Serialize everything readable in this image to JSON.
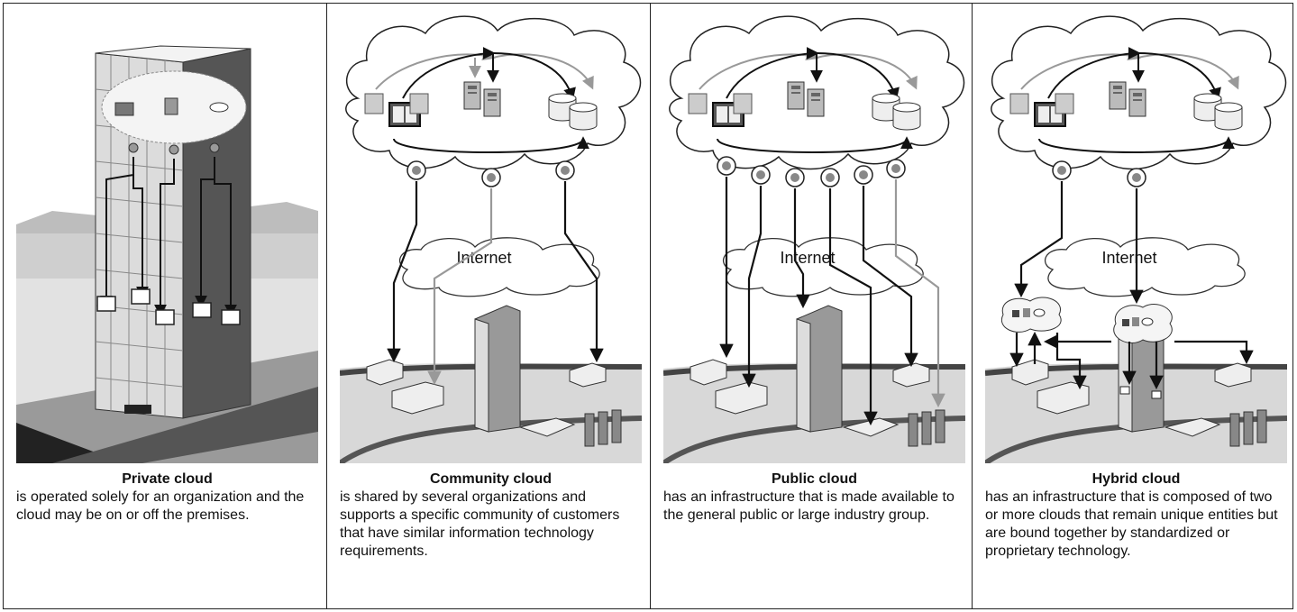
{
  "panels": [
    {
      "title": "Private cloud",
      "body": "is operated solely for an organization and the cloud may be on or off the premises."
    },
    {
      "title": "Community cloud",
      "body": "is shared by several organizations and supports a specific community of customers that have similar information technology requirements."
    },
    {
      "title": "Public cloud",
      "body": "has an infrastructure that is made available to the general public or large industry group."
    },
    {
      "title": "Hybrid cloud",
      "body": "has an infrastructure that is composed of two or more clouds that remain unique entities but are bound together by standardized or proprietary technology."
    }
  ],
  "internet_label": "Internet",
  "colors": {
    "dark": "#333333",
    "mid": "#8a8a8a",
    "light": "#d9d9d9",
    "sky": "#ececec"
  }
}
